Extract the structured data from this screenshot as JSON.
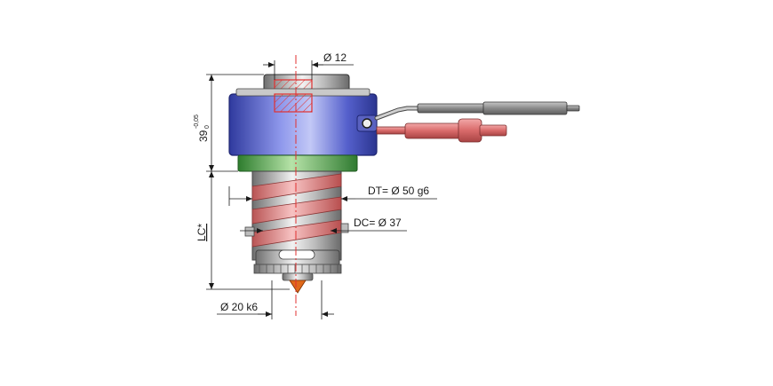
{
  "dimensions": {
    "bore_diameter": "Ø 12",
    "height_main": "39",
    "height_tol_upper": "-0,05",
    "height_tol_lower": "0",
    "thread_diameter": "DT= Ø 50 g6",
    "core_diameter": "DC= Ø 37",
    "length_label": "LC*",
    "tip_diameter": "Ø 20 k6"
  },
  "colors": {
    "housing_blue": "#4a55c8",
    "flange_green": "#4aa84a",
    "coil_red": "#e37f7f",
    "steel_grey": "#b7b7b7",
    "connector_red": "#d96a6a",
    "tip_orange": "#e0691a",
    "centerline_red": "#e03030"
  }
}
